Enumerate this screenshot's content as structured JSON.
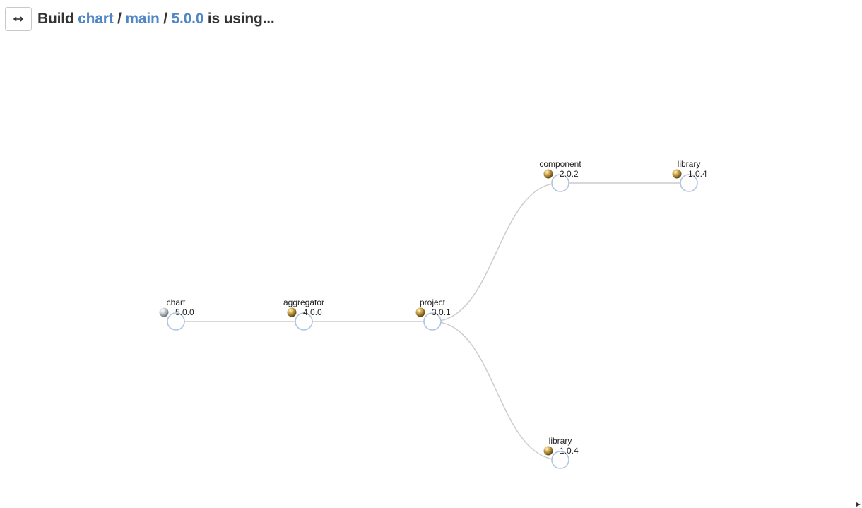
{
  "header": {
    "toggle_icon": "horizontal-arrows-icon",
    "prefix": "Build",
    "breadcrumb": [
      {
        "label": "chart"
      },
      {
        "label": "main"
      },
      {
        "label": "5.0.0"
      }
    ],
    "separator": "/",
    "suffix": "is using..."
  },
  "graph": {
    "nodes": [
      {
        "id": "chart",
        "name": "chart",
        "version": "5.0.0",
        "icon": "silver-ball-icon"
      },
      {
        "id": "aggregator",
        "name": "aggregator",
        "version": "4.0.0",
        "icon": "gold-ball-icon"
      },
      {
        "id": "project",
        "name": "project",
        "version": "3.0.1",
        "icon": "gold-ball-icon"
      },
      {
        "id": "component",
        "name": "component",
        "version": "2.0.2",
        "icon": "gold-ball-icon"
      },
      {
        "id": "library-a",
        "name": "library",
        "version": "1.0.4",
        "icon": "gold-ball-icon"
      },
      {
        "id": "library-b",
        "name": "library",
        "version": "1.0.4",
        "icon": "gold-ball-icon"
      }
    ],
    "edges": [
      {
        "from": "chart",
        "to": "aggregator"
      },
      {
        "from": "aggregator",
        "to": "project"
      },
      {
        "from": "project",
        "to": "component"
      },
      {
        "from": "component",
        "to": "library-a"
      },
      {
        "from": "project",
        "to": "library-b"
      }
    ],
    "colors": {
      "edge": "#cccccc",
      "node_stroke": "#b0c4de",
      "link": "#4f86c6",
      "gold": "#c9a24a",
      "silver": "#b8bcc2"
    }
  }
}
